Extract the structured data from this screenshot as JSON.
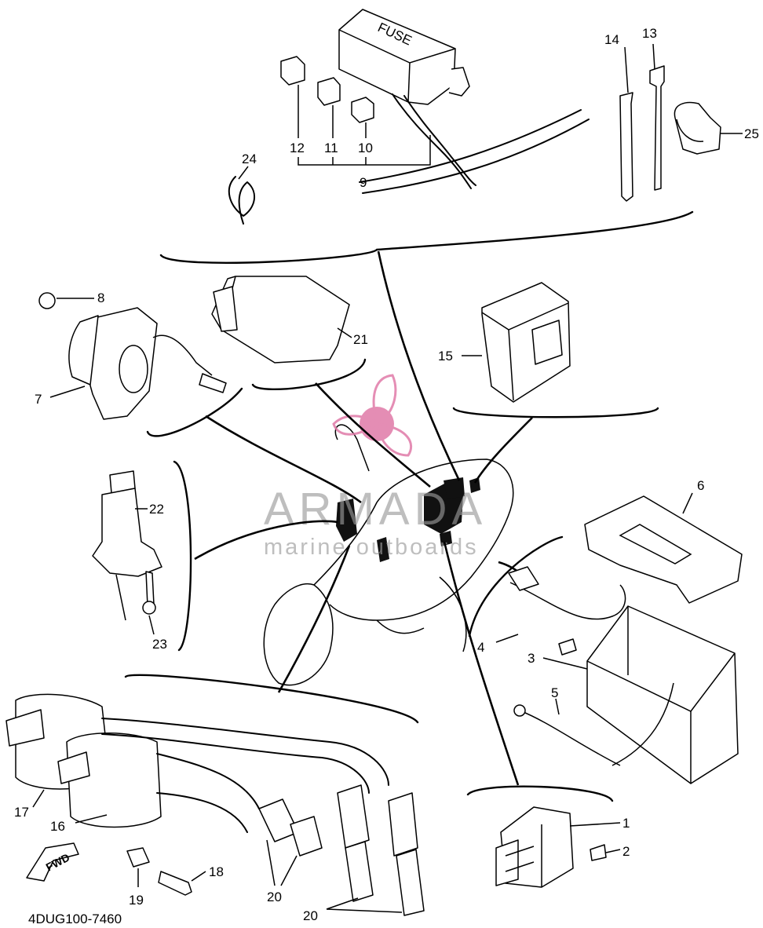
{
  "diagram": {
    "code": "4DUG100-7460",
    "fwd_label": "FWD",
    "fuse_label": "FUSE",
    "watermark": {
      "name": "ARMADA",
      "tagline": "marine outboards",
      "color": "#e07aa8"
    },
    "callouts": {
      "c1": "1",
      "c2": "2",
      "c3": "3",
      "c4": "4",
      "c5": "5",
      "c6": "6",
      "c7": "7",
      "c8": "8",
      "c9": "9",
      "c10": "10",
      "c11": "11",
      "c12": "12",
      "c13": "13",
      "c14": "14",
      "c15": "15",
      "c16": "16",
      "c17": "17",
      "c18": "18",
      "c19": "19",
      "c20a": "20",
      "c20b": "20",
      "c21": "21",
      "c22": "22",
      "c23": "23",
      "c24": "24",
      "c25": "25"
    }
  }
}
